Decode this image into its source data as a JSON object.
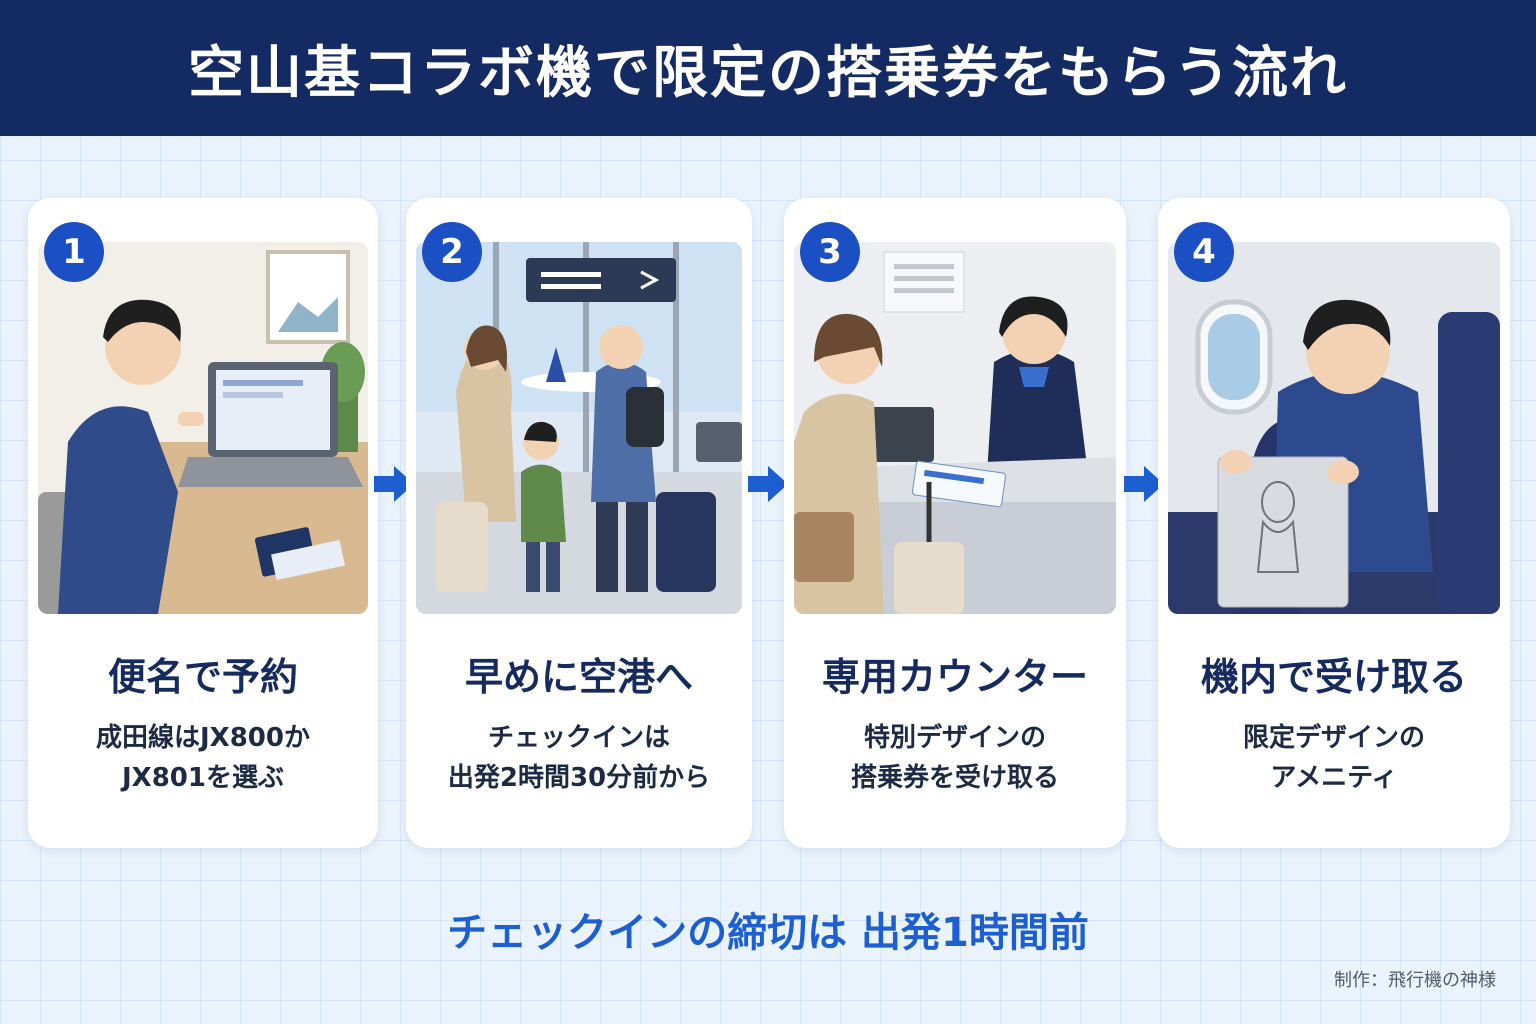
{
  "header": {
    "title": "空山基コラボ機で限定の搭乗券をもらう流れ"
  },
  "steps": [
    {
      "number": "1",
      "title": "便名で予約",
      "desc_line1": "成田線はJX800か",
      "desc_line2": "JX801を選ぶ"
    },
    {
      "number": "2",
      "title": "早めに空港へ",
      "desc_line1": "チェックインは",
      "desc_line2": "出発2時間30分前から"
    },
    {
      "number": "3",
      "title": "専用カウンター",
      "desc_line1": "特別デザインの",
      "desc_line2": "搭乗券を受け取る"
    },
    {
      "number": "4",
      "title": "機内で受け取る",
      "desc_line1": "限定デザインの",
      "desc_line2": "アメニティ"
    }
  ],
  "footer": {
    "note": "チェックインの締切は 出発1時間前",
    "credit": "制作：飛行機の神様"
  },
  "colors": {
    "header_bg": "#142a63",
    "accent": "#1b4fc4",
    "title_text": "#152a5e",
    "note_text": "#1d5fd0"
  },
  "icons": [
    "right-arrow-icon"
  ]
}
